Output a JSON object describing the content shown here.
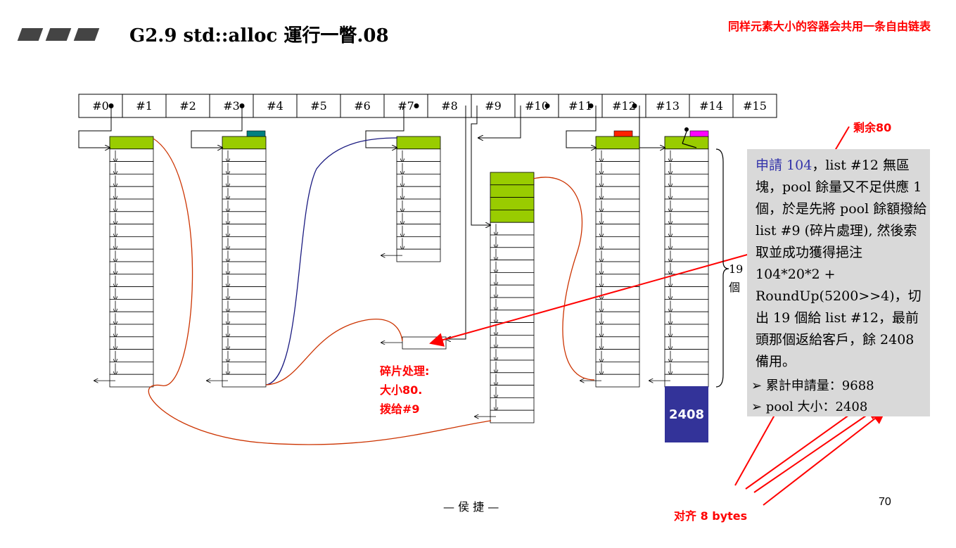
{
  "title": "G2.9 std::alloc 運行一瞥.08",
  "banner_note": "同样元素大小的容器会共用一条自由链表",
  "free_list_indices": [
    "#0",
    "#1",
    "#2",
    "#3",
    "#4",
    "#5",
    "#6",
    "#7",
    "#8",
    "#9",
    "#10",
    "#11",
    "#12",
    "#13",
    "#14",
    "#15"
  ],
  "annotations": {
    "remaining": "剩余80",
    "fragment_line1": "碎片处理:",
    "fragment_line2": "大小80.",
    "fragment_line3": "拨给#9",
    "align": "对齐 8 bytes",
    "count_label_num": "19",
    "count_label_unit": "個"
  },
  "explanation": {
    "lead": "申請 104",
    "body": "，list #12 無區塊，pool 餘量又不足供應 1 個，於是先將 pool 餘額撥給 list #9 (碎片處理), 然後索取並成功獲得挹注 104*20*2 + RoundUp(5200>>4)，切出 19 個給 list #12，最前頭那個返給客戶，餘 2408 備用。",
    "stat_total_label": "➢ 累計申請量：9688",
    "stat_pool_label": "➢ pool 大小：2408"
  },
  "pool_block_value": "2408",
  "footer": "— 侯 捷 —",
  "page_number": "70",
  "colors": {
    "allocated_green": "#99cc00",
    "pool_blue": "#333399",
    "annotation_red": "#ff0000",
    "curve_orange": "#cc3300",
    "curve_navy": "#1a1a80",
    "chip_teal": "#008080",
    "chip_red": "#ff2200",
    "chip_magenta": "#ff00ff",
    "panel_gray": "#d9d9d9"
  }
}
